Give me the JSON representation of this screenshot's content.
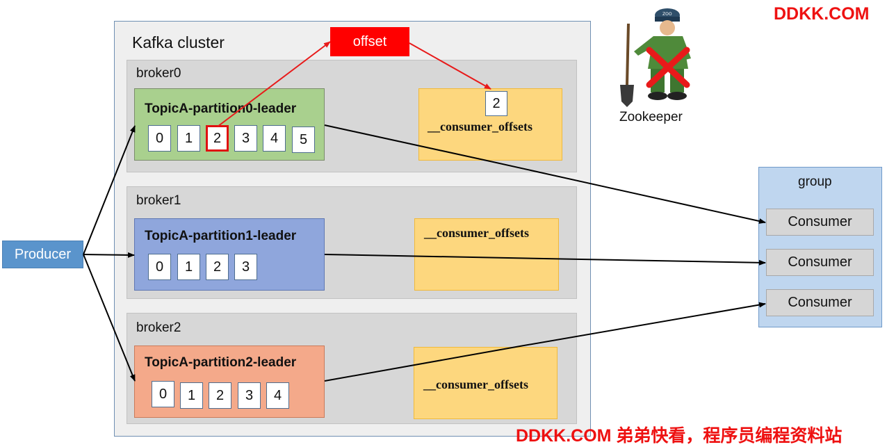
{
  "cluster": {
    "title": "Kafka cluster"
  },
  "offset_label": "offset",
  "brokers": [
    {
      "name": "broker0",
      "partition": "TopicA-partition0-leader",
      "cells": [
        "0",
        "1",
        "2",
        "3",
        "4",
        "5"
      ],
      "highlighted": "2",
      "offsets_label": "__consumer_offsets",
      "offsets_value": "2"
    },
    {
      "name": "broker1",
      "partition": "TopicA-partition1-leader",
      "cells": [
        "0",
        "1",
        "2",
        "3"
      ],
      "offsets_label": "__consumer_offsets"
    },
    {
      "name": "broker2",
      "partition": "TopicA-partition2-leader",
      "cells": [
        "0",
        "1",
        "2",
        "3",
        "4"
      ],
      "offsets_label": "__consumer_offsets"
    }
  ],
  "producer": "Producer",
  "group": {
    "label": "group",
    "consumers": [
      "Consumer",
      "Consumer",
      "Consumer"
    ]
  },
  "zookeeper": {
    "label": "Zookeeper",
    "badge": "ZOO",
    "status": "crossed-out"
  },
  "watermark": {
    "top": "DDKK.COM",
    "bottom": "DDKK.COM 弟弟快看，程序员编程资料站"
  },
  "colors": {
    "partition0": "#a9d08e",
    "partition1": "#8fa6dc",
    "partition2": "#f4a98a",
    "offsets": "#fdd77e",
    "offset_tag": "#ff0000",
    "producer": "#5a94cc",
    "group": "#bfd6ef",
    "watermark": "#ee1111"
  }
}
